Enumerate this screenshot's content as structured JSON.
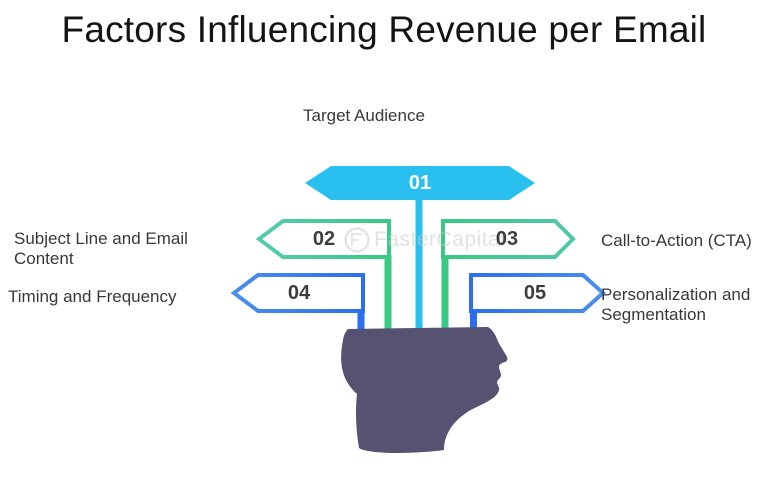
{
  "title": "Factors Influencing Revenue per Email",
  "watermark": {
    "text": "FasterCapital"
  },
  "colors": {
    "cyan": "#29c0f0",
    "green_line": "#38c983",
    "teal_outline": "#45c49f",
    "blue_line": "#2b6ff0",
    "blue_outline": "#2e7ce2",
    "head": "#555371",
    "label_text": "#383838",
    "number_text": "#3d3d3d",
    "number_text_on_fill": "#ffffff"
  },
  "factors": [
    {
      "number": "01",
      "label": "Target Audience",
      "position": "top",
      "color_key": "cyan"
    },
    {
      "number": "02",
      "label": "Subject Line and Email Content",
      "position": "left",
      "color_key": "green"
    },
    {
      "number": "03",
      "label": "Call-to-Action (CTA)",
      "position": "right",
      "color_key": "green"
    },
    {
      "number": "04",
      "label": "Timing and Frequency",
      "position": "left",
      "color_key": "blue"
    },
    {
      "number": "05",
      "label": "Personalization and Segmentation",
      "position": "right",
      "color_key": "blue"
    }
  ]
}
